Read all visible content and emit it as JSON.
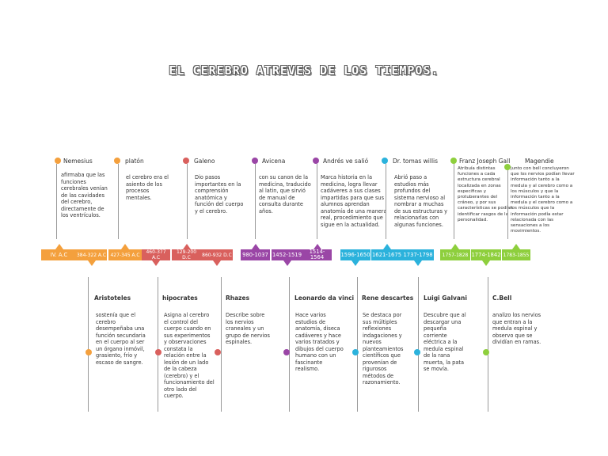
{
  "title": "EL CEREBRO ATREVES DE LOS TIEMPOS.",
  "colors": {
    "orange": "#f4a03d",
    "red": "#d9605d",
    "purple": "#9a46a6",
    "blue": "#2bb2dc",
    "green": "#8ecf3d"
  },
  "timeline": [
    {
      "label": "IV. A.C",
      "color": "orange"
    },
    {
      "label": "384-322 A.C",
      "color": "orange"
    },
    {
      "label": "427-345 A.C",
      "color": "orange"
    },
    {
      "label": "460-377 A.C",
      "color": "red"
    },
    {
      "label": "129-200 D.C",
      "color": "red"
    },
    {
      "label": "860-932 D.C",
      "color": "red"
    },
    {
      "label": "980-1037",
      "color": "purple"
    },
    {
      "label": "1452-1519",
      "color": "purple"
    },
    {
      "label": "1514-1564",
      "color": "purple"
    },
    {
      "label": "1596-1650",
      "color": "blue"
    },
    {
      "label": "1621-1675",
      "color": "blue"
    },
    {
      "label": "1737-1798",
      "color": "blue"
    },
    {
      "label": "1757-1828",
      "color": "green"
    },
    {
      "label": "1774-1842",
      "color": "green"
    },
    {
      "label": "1783-1855",
      "color": "green"
    }
  ],
  "top_figures": [
    {
      "name": "Nemesius",
      "color": "orange",
      "text": "afirmaba que las funciones cerebrales venían de las cavidades del cerebro, directamente de los ventrículos."
    },
    {
      "name": "platón",
      "color": "orange",
      "text": "el cerebro era el asiento de los procesos mentales."
    },
    {
      "name": "Galeno",
      "color": "red",
      "text": "Dio pasos importantes en la comprensión anatómica y función del cuerpo y el cerebro."
    },
    {
      "name": "Avicena",
      "color": "purple",
      "text": "con su canon de la medicina, traducido al latin, que sirvió de manual de consulta durante años."
    },
    {
      "name": "Andrés ve salió",
      "color": "purple",
      "text": "Marca  historia en la medicina, logra llevar cadáveres a sus clases impartidas para que sus alumnos aprendan anatomía de una manera real, procedimiento que sigue en la actualidad."
    },
    {
      "name": "Dr. tomas willis",
      "color": "blue",
      "text": "Abrió paso a estudios más profundos del sistema nervioso al nombrar a muchas de sus estructuras y relacionarlas con algunas funciones."
    },
    {
      "name": "Franz Joseph Gall",
      "color": "green",
      "text": "Atribuía distintas funciones a cada estructura cerebral localizada en zonas especificas y protuberantes del cráneo, y por sus características se podían identificar rasgos de la personalidad."
    },
    {
      "name": "Magendie",
      "color": "green",
      "text": "junto con bell concluyeron que los nervios podían llevar información tanto a la medula y al cerebro como a los músculos y que la información tanto a la medula y el cerebro como a los músculos que la información podía estar relacionada con las sensaciones a los movimientos."
    }
  ],
  "bottom_figures": [
    {
      "name": "Aristoteles",
      "color": "orange",
      "text": "sostenía que el cerebro desempeñaba una función secundaria en el cuerpo al ser un órgano inmóvil, grasiento, frío y escaso de sangre."
    },
    {
      "name": "hipocrates",
      "color": "red",
      "text": "Asigna al cerebro el control del cuerpo cuando en sus experimentos y observaciones constata la relación entre la lesión de un lado de la cabeza (cerebro) y el funcionamiento  del otro lado del cuerpo."
    },
    {
      "name": "Rhazes",
      "color": "red",
      "text": "Describe sobre los nervios craneales y un grupo de nervios espinales."
    },
    {
      "name": "Leonardo da vinci",
      "color": "purple",
      "text": "Hace varios estudios de anatomía, diseca cadáveres y hace varios tratados y dibujos del cuerpo humano con un fascinante realismo."
    },
    {
      "name": "Rene descartes",
      "color": "blue",
      "text": "Se destaca por sus múltiples reflexiones indagaciones y nuevos planteamientos científicos que provenían de rigurosos métodos de razonamiento."
    },
    {
      "name": "Luigi Galvani",
      "color": "blue",
      "text": "Descubre que al descargar una pequeña corriente eléctrica a la medula espinal de la rana muerta, la pata se movía."
    },
    {
      "name": "C.Bell",
      "color": "green",
      "text": "analizo los nervios que entran a la medula espinal y observo que se dividían en ramas."
    }
  ]
}
